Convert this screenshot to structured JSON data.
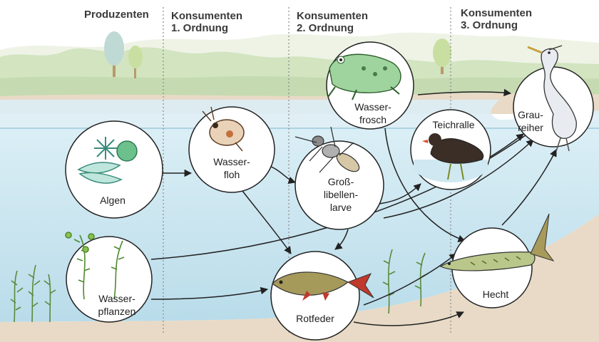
{
  "headers": {
    "producers": "Produzenten",
    "consumers1": "Konsumenten\n1. Ordnung",
    "consumers2": "Konsumenten\n2. Ordnung",
    "consumers3": "Konsumenten\n3. Ordnung"
  },
  "organisms": {
    "algen": "Algen",
    "wasserpflanzen_1": "Wasser-",
    "wasserpflanzen_2": "pflanzen",
    "wasserfloh_1": "Wasser-",
    "wasserfloh_2": "floh",
    "libelle_1": "Groß-",
    "libelle_2": "libellen-",
    "libelle_3": "larve",
    "rotfeder": "Rotfeder",
    "frosch_1": "Wasser-",
    "frosch_2": "frosch",
    "teichralle": "Teichralle",
    "hecht": "Hecht",
    "reiher_1": "Grau-",
    "reiher_2": "reiher"
  },
  "colors": {
    "water": "#cfe8f2",
    "sky_hills": "#d2e4c0",
    "ground": "#e8dac6",
    "arrow": "#222222"
  }
}
